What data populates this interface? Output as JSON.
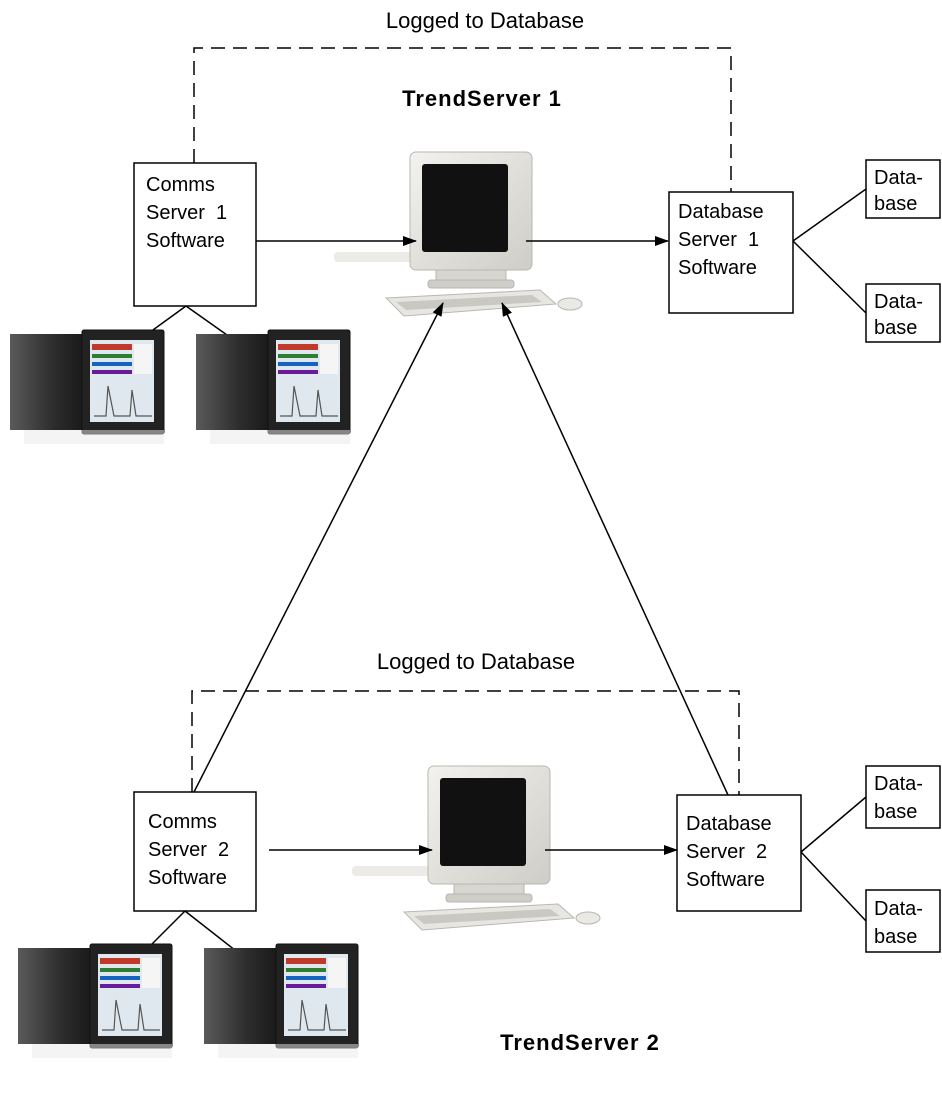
{
  "server1": {
    "title": "TrendServer 1",
    "logged_label": "Logged to Database",
    "comms": [
      "Comms",
      "Server  1",
      "Software"
    ],
    "dbserver": [
      "Database",
      "Server  1",
      "Software"
    ],
    "db_a": [
      "Data-",
      "base"
    ],
    "db_b": [
      "Data-",
      "base"
    ]
  },
  "server2": {
    "title": "TrendServer 2",
    "logged_label": "Logged to Database",
    "comms": [
      "Comms",
      "Server  2",
      "Software"
    ],
    "dbserver": [
      "Database",
      "Server  2",
      "Software"
    ],
    "db_a": [
      "Data-",
      "base"
    ],
    "db_b": [
      "Data-",
      "base"
    ]
  },
  "colors": {
    "monitor_body": "#e6e4df",
    "screen": "#111111",
    "recorder_body": "#3a3a3a",
    "recorder_screen": "#dfe8ef"
  },
  "icons": [
    "pc-workstation-icon",
    "paperless-recorder-icon"
  ]
}
